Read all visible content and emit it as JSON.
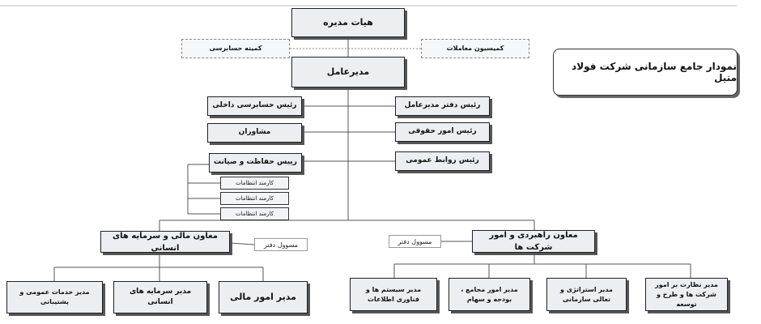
{
  "chart_title": "نمودار جامع سازمانی شرکت فولاد متیل",
  "board": "هیات مدیره",
  "audit_committee": "کمیته حسابرسی",
  "transactions_committee": "کمیسیون معاملات",
  "ceo": "مدیرعامل",
  "staff_left": [
    "رئیس حسابرسی داخلی",
    "مشاوران",
    "رییس حفاظت و صیانت"
  ],
  "staff_right": [
    "رئیس دفتر مدیرعامل",
    "رئیس امور حقوقی",
    "رئیس روابط عمومی"
  ],
  "security_staff": [
    "کارمند انتظامات",
    "کارمند انتظامات",
    "کارمند انتظامات"
  ],
  "deputy_finance": {
    "title": "معاون مالی و سرمایه های انسانی",
    "office": "مسوول دفتر",
    "managers": [
      "مدیر امور مالی",
      "مدیر سرمایه های انسانی",
      "مدیر خدمات عمومی و پشتیبانی"
    ]
  },
  "deputy_strategy": {
    "title": "معاون راهبردی و امور شرکت ها",
    "office": "مسوول دفتر",
    "managers": [
      "مدیر نظارت بر امور شرکت ها و طرح و توسعه",
      "مدیر استراتژی و تعالی سازمانی",
      "مدیر امور مجامع ، بودجه و سهام",
      "مدیر سیستم ها و فناوری اطلاعات"
    ]
  }
}
